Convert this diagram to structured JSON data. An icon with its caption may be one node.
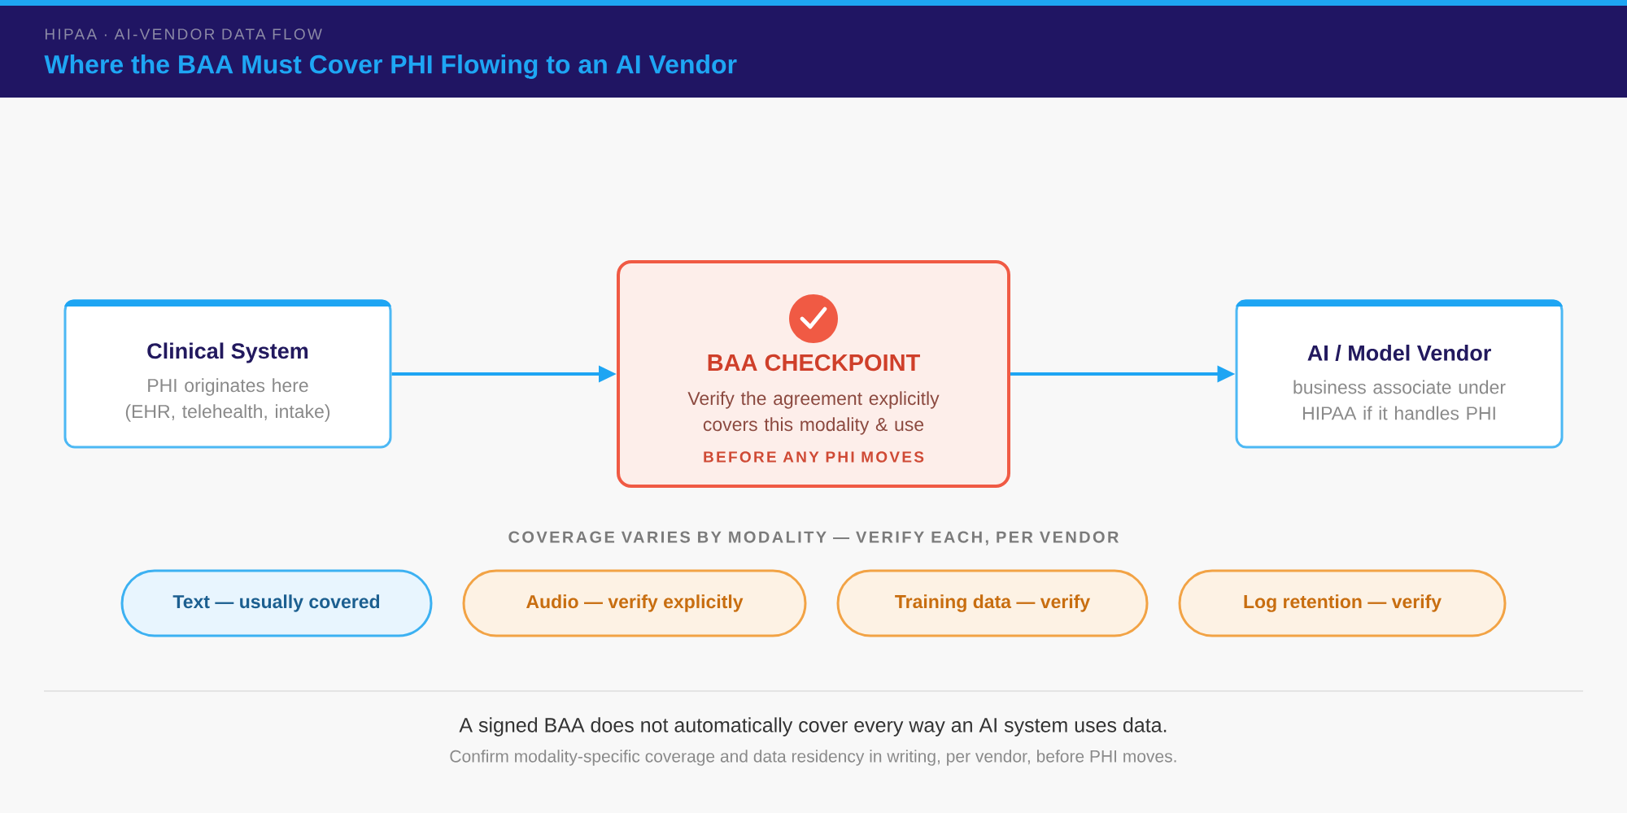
{
  "diagram": {
    "title": "Where the BAA Must Cover PHI Flowing to an AI Vendor",
    "nodes": [
      {
        "text": [
          "Clinical System",
          "PHI originates here (EHR, telehealth, intake)"
        ]
      },
      {
        "text": [
          "BAA CHECKPOINT",
          "Verify the agreement explicitly covers this modality & use",
          "BEFORE ANY PHI MOVES"
        ]
      },
      {
        "text": [
          "AI / Model Vendor",
          "business associate under HIPAA if it handles PHI"
        ]
      },
      {
        "text": [
          "Text — usually covered"
        ]
      },
      {
        "text": [
          "Audio — verify explicitly"
        ]
      },
      {
        "text": [
          "Training data — verify"
        ]
      },
      {
        "text": [
          "Log retention — verify"
        ]
      }
    ],
    "edges": [
      {
        "from": 0,
        "to": 1,
        "arrow": "to"
      },
      {
        "from": 1,
        "to": 2,
        "arrow": "to"
      }
    ],
    "labels": [
      "HIPAA · AI-VENDOR DATA FLOW",
      "COVERAGE VARIES BY MODALITY — VERIFY EACH, PER VENDOR",
      "A signed BAA does not automatically cover every way an AI system uses data.",
      "Confirm modality-specific coverage and data residency in writing, per vendor, before PHI moves."
    ]
  }
}
